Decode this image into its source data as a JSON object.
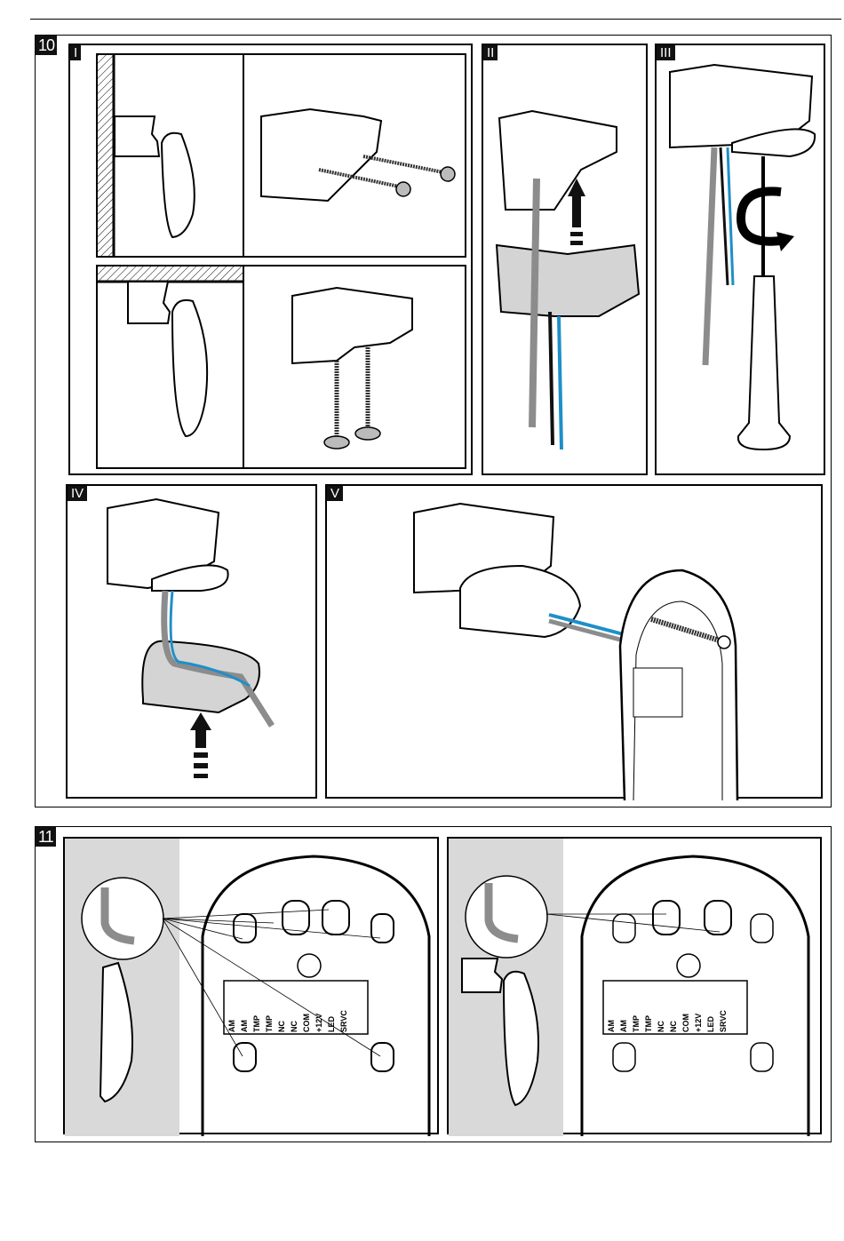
{
  "figures": [
    {
      "number": "10",
      "panels": [
        {
          "label": "I",
          "subpanels": [
            "wall-mount-side-view",
            "wall-bracket-screws",
            "ceiling-mount-side-view",
            "ceiling-bracket-screws"
          ]
        },
        {
          "label": "II",
          "description": "bracket-separation-with-cable"
        },
        {
          "label": "III",
          "description": "screwdriver-tightening"
        },
        {
          "label": "IV",
          "description": "cable-gland-insertion"
        },
        {
          "label": "V",
          "description": "connect-to-detector-base"
        }
      ]
    },
    {
      "number": "11",
      "panels": [
        {
          "label": "",
          "description": "wall-mount-knockouts"
        },
        {
          "label": "",
          "description": "bracket-mount-knockouts"
        }
      ]
    }
  ],
  "terminals": {
    "left": [
      "AM",
      "AM",
      "TMP",
      "TMP",
      "NC",
      "NC",
      "COM",
      "+12V",
      "LED",
      "SRVC"
    ],
    "right": [
      "AM",
      "AM",
      "TMP",
      "TMP",
      "NC",
      "NC",
      "COM",
      "+12V",
      "LED",
      "SRVC"
    ]
  },
  "colors": {
    "cable_gray": "#8c8c8c",
    "wire_blue": "#1e8fc8",
    "wire_black": "#111111",
    "shade_gray": "#d9d9d9",
    "label_bg": "#111111"
  }
}
